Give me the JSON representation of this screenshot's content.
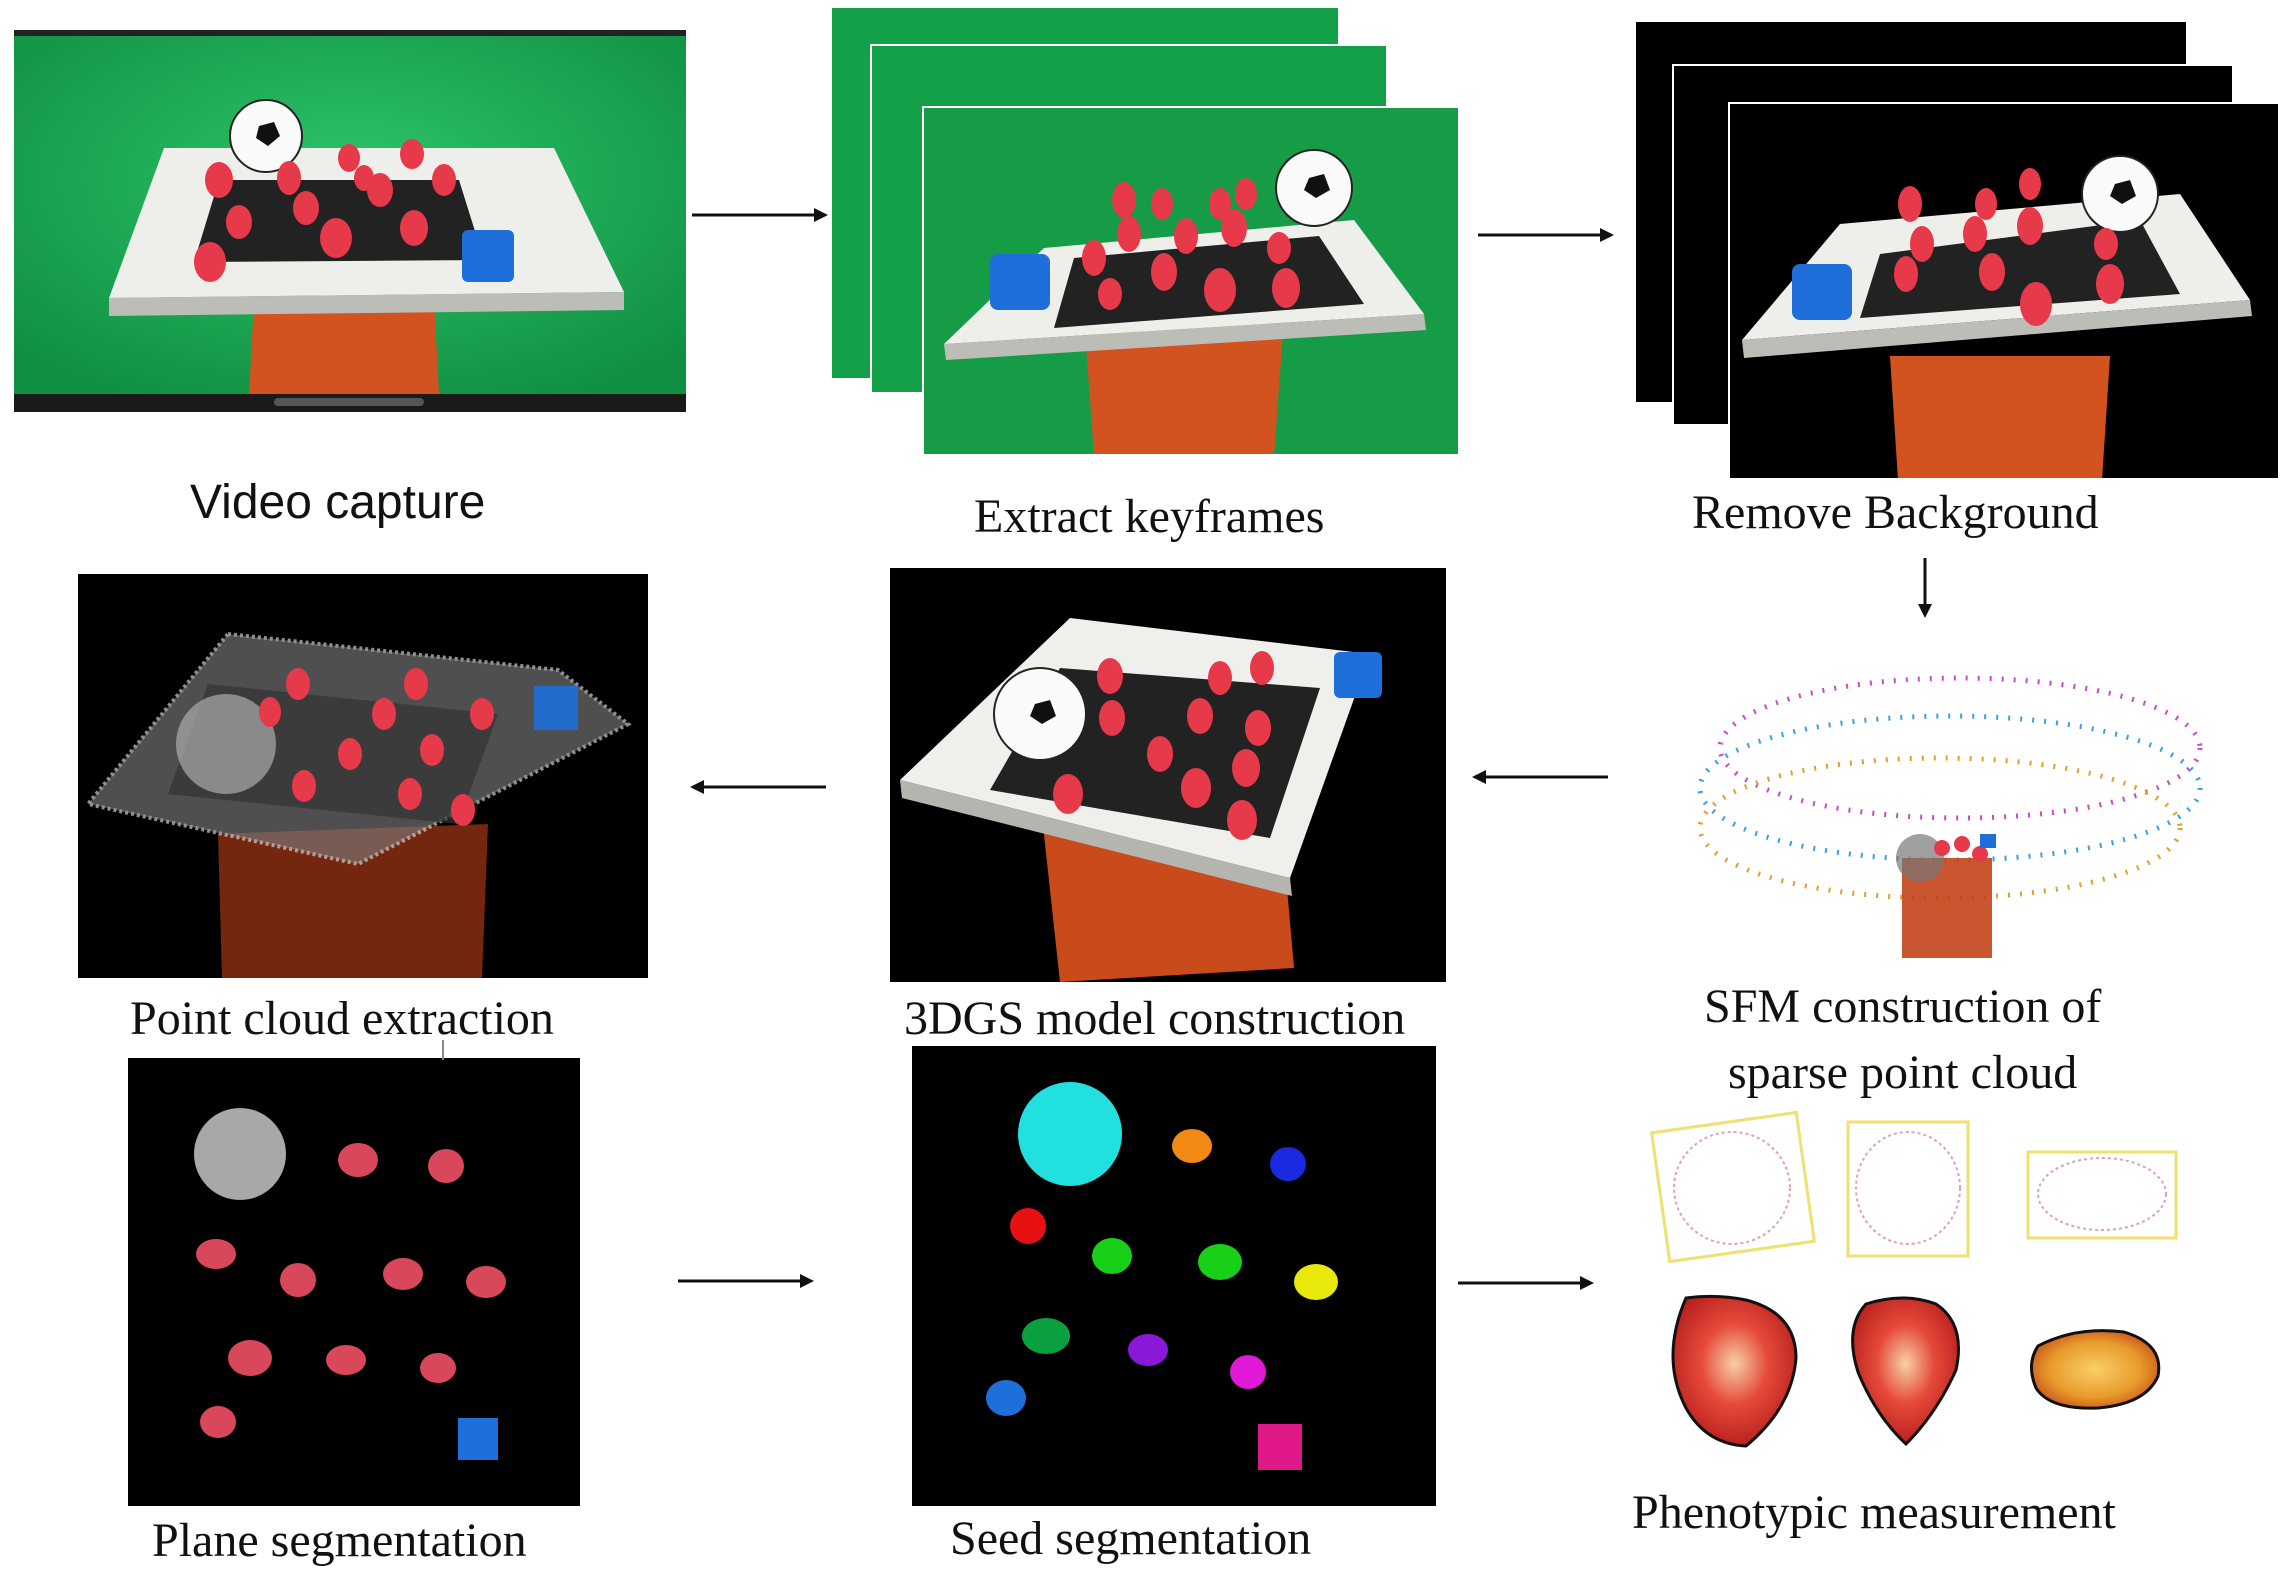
{
  "steps": {
    "video_capture": "Video capture",
    "extract_keyframes": "Extract keyframes",
    "remove_background": "Remove Background",
    "sfm_line1": "SFM construction of",
    "sfm_line2": "sparse point cloud",
    "gs_model": "3DGS model construction",
    "point_cloud_extraction": "Point cloud extraction",
    "plane_segmentation": "Plane segmentation",
    "seed_segmentation": "Seed segmentation",
    "phenotypic_measurement": "Phenotypic measurement"
  },
  "colors": {
    "green_screen": "#1fb35a",
    "board": "#e9e9e6",
    "seed_red": "#e6394a",
    "cube_blue": "#1e6fd9",
    "pedestal": "#d2531f",
    "background_black": "#000000"
  }
}
